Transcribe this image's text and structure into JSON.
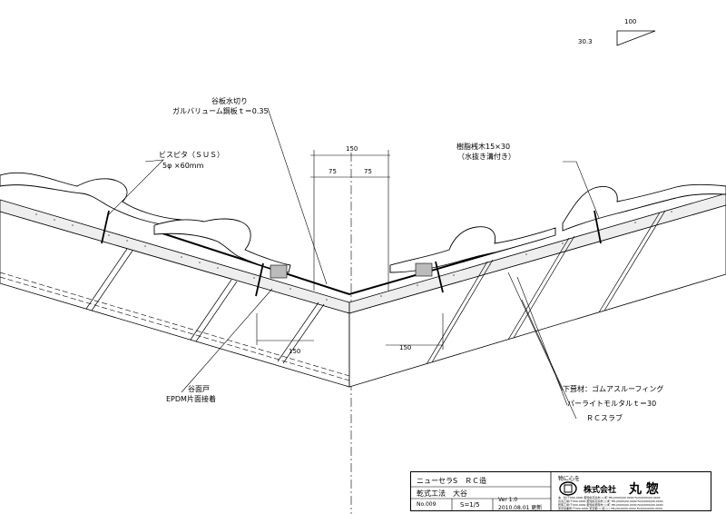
{
  "slope": {
    "run": "100",
    "rise": "30.3"
  },
  "labels": {
    "valley_flashing": "谷板水切り",
    "galvalume": "ガルバリューム鋼板ｔ＝0.35",
    "screw": "ビスピタ（ＳＵＳ）",
    "screw_size": "5φ ×60mm",
    "batten": "樹脂桟木15×30",
    "batten_note": "（水抜き溝付き）",
    "valley_stop": "谷面戸",
    "valley_stop_note": "EPDM片面接着",
    "underlay": "下葺材：ゴムアスルーフィング",
    "mortar": "パーライトモルタルｔ＝30",
    "slab": "ＲＣスラブ"
  },
  "dimensions": {
    "top_total": "150",
    "top_left": "75",
    "top_right": "75",
    "left_bottom": "150",
    "right_bottom": "150"
  },
  "title_block": {
    "product": "ニューセラS　ＲＣ造",
    "method": "乾式工法　大谷",
    "number": "No.009",
    "scale": "S=1/5",
    "version": "Ver 1.0",
    "date": "2010.08.01 更新",
    "slogan": "物に心を",
    "company_prefix": "株式会社",
    "company_name": "丸 惣",
    "contacts": [
      "本　社/〒000-0000 愛知県高浜市○○町 TEL(0000)00-0000 FAX(0000)00-0000",
      "高浜工場/〒000-0000 愛知県高浜市○○町 TEL(0000)00-0000 FAX(0000)00-0000",
      "碧南工場/〒000-0000 愛知県碧南市○○町 TEL(0000)00-0000 FAX(0000)00-0000",
      "東京営業所/〒000-0000 東京都○○区○○ TEL(00)0000-0000 FAX(00)0000-0000"
    ]
  }
}
